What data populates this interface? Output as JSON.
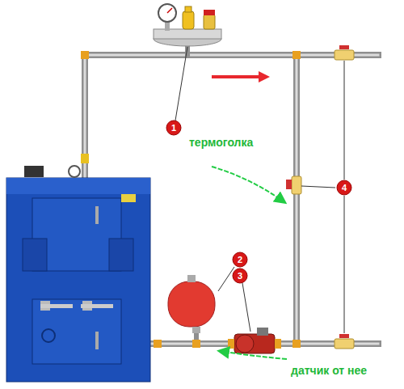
{
  "diagram": {
    "labels": [
      "1",
      "2",
      "3",
      "4",
      "термоголка",
      "датчик от нее"
    ]
  }
}
